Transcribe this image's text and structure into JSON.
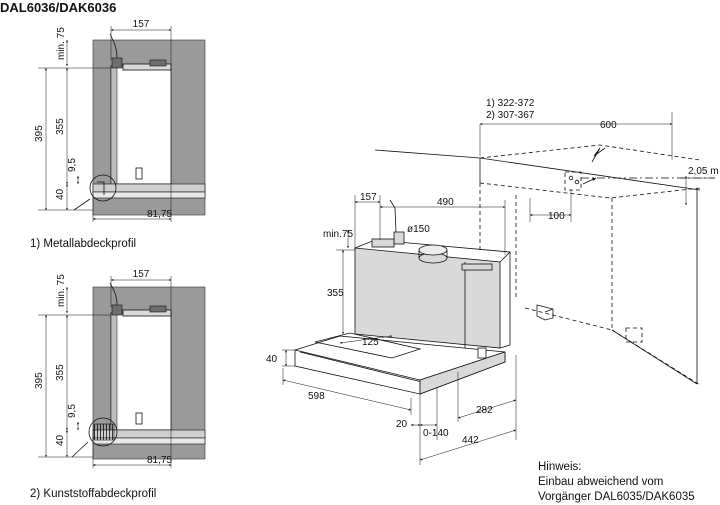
{
  "title": "DAL6036/DAK6036",
  "captions": {
    "metal": "1) Metallabdeckprofil",
    "plastic": "2) Kunststoffabdeckprofil"
  },
  "side_dims": {
    "d157": "157",
    "min75": "min. 75",
    "d395": "395",
    "d355": "355",
    "d95": "9,5",
    "d40": "40",
    "d8175": "81,75"
  },
  "iso_dims": {
    "opt1": "1) 322-372",
    "opt2": "2) 307-367",
    "d600": "600",
    "d205": "2,05 m",
    "d100": "100",
    "d157": "157",
    "d490": "490",
    "min75": "min.75",
    "d150": "ø150",
    "d355": "355",
    "d125": "125",
    "d40": "40",
    "d598": "598",
    "d20": "20",
    "d0140": "0-140",
    "d282": "282",
    "d442": "442"
  },
  "note": {
    "heading": "Hinweis:",
    "line1": "Einbau abweichend vom",
    "line2": "Vorgänger DAL6035/DAK6035"
  }
}
